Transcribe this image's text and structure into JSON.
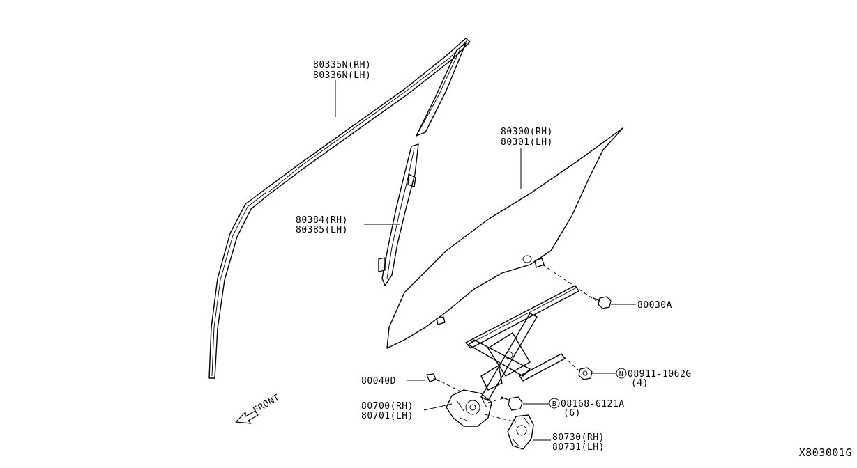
{
  "diagram_id": "X803001G",
  "callouts": {
    "sash_outer": [
      "80335N(RH)",
      "80336N(LH)"
    ],
    "glass": [
      "80300(RH)",
      "80301(LH)"
    ],
    "sash_rear": [
      "80384(RH)",
      "80385(LH)"
    ],
    "bolt_top": "80030A",
    "bolt_left": "80040D",
    "nut": {
      "prefix_symbol": "N",
      "part": "08911-1062G",
      "qty": "(4)"
    },
    "bolt_right": {
      "prefix_symbol": "B",
      "part": "08168-6121A",
      "qty": "(6)"
    },
    "regulator": [
      "80700(RH)",
      "80701(LH)"
    ],
    "motor": [
      "80730(RH)",
      "80731(LH)"
    ]
  },
  "front_indicator": "FRONT"
}
